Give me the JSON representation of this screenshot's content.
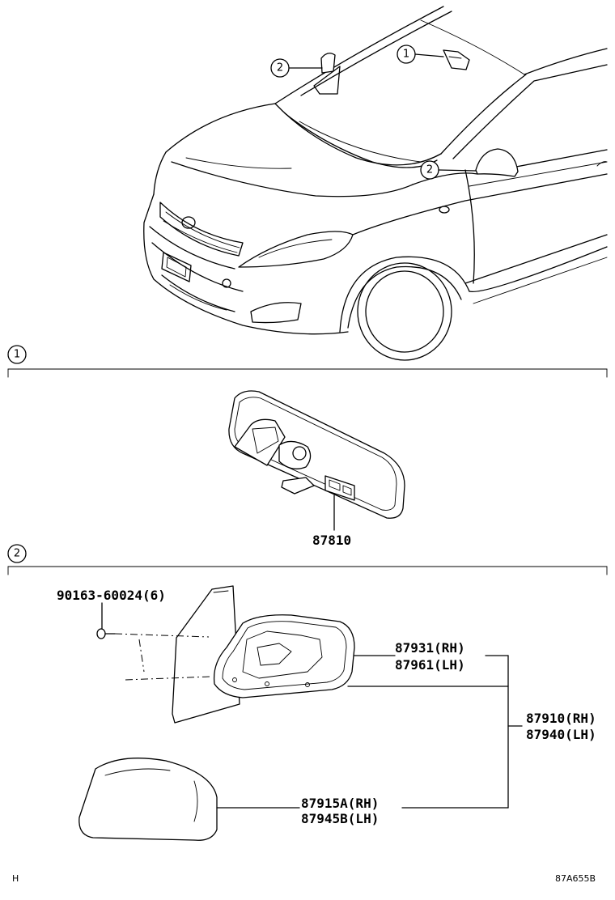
{
  "callouts": {
    "one": "1",
    "two": "2"
  },
  "sections": {
    "one_label": "1",
    "two_label": "2"
  },
  "parts": {
    "inner_mirror": "87810",
    "screw": "90163-60024(6)",
    "cover_rh": "87931(RH)",
    "cover_lh": "87961(LH)",
    "outer_mirror_rh": "87910(RH)",
    "outer_mirror_lh": "87940(LH)",
    "cap_rh": "87915A(RH)",
    "cap_lh": "87945B(LH)"
  },
  "footer": {
    "left": "H",
    "right": "87A655B"
  }
}
